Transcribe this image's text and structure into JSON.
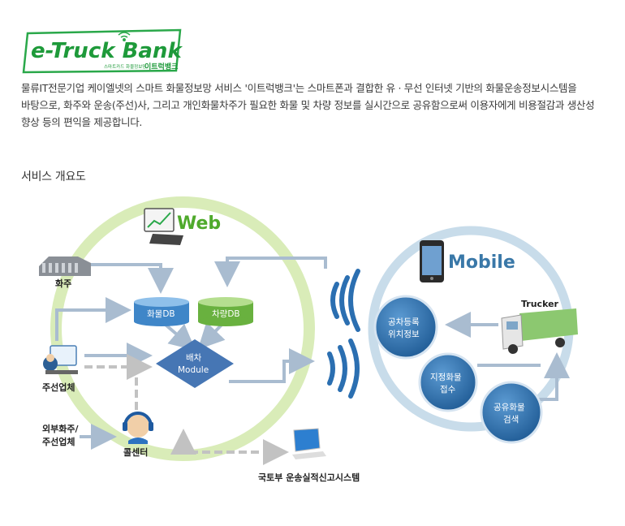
{
  "logo": {
    "brand": "e-Truck Bank",
    "tagline": "스마트카드 화물정보망",
    "korean_name": "이트럭뱅크",
    "color": "#1e9a3a",
    "wifi_icon": "wifi-icon"
  },
  "intro": {
    "lines": [
      "물류IT전문기업 케이엘넷의 스마트 화물정보망 서비스 '이트럭뱅크'는 스마트폰과 결합한 유 · 무선 인터넷 기반의 화물운송정보시스템을",
      "바탕으로, 화주와 운송(주선)사, 그리고 개인화물차주가 필요한 화물 및 차량 정보를 실시간으로 공유함으로써 이용자에게 비용절감과 생산성",
      "향상 등의 편익을 제공합니다."
    ]
  },
  "section_title": "서비스 개요도",
  "diagram": {
    "web": {
      "label": "Web",
      "icon": "computer-chart-icon"
    },
    "mobile": {
      "label": "Mobile",
      "icon": "smartphone-icon"
    },
    "nodes": {
      "shipper": "화주",
      "forwarder": "주선업체",
      "external": [
        "외부화주/",
        "주선업체"
      ],
      "call_center": "콜센터",
      "gov_system": "국토부 운송실적신고시스템",
      "cargo_db": "화물DB",
      "vehicle_db": "차량DB",
      "dispatch": [
        "배차",
        "Module"
      ],
      "trucker": "Trucker",
      "mobile_circles": [
        [
          "공차등록",
          "위치정보"
        ],
        [
          "지정화물",
          "접수"
        ],
        [
          "공유화물",
          "검색"
        ]
      ]
    },
    "colors": {
      "web_ring": "#d9ecb8",
      "mobile_ring": "#c8dcea",
      "arrow": "#a9bcd0",
      "dashed": "#c2c2c2",
      "db": "#3f86c8",
      "db_green": "#69b13f",
      "dispatch": "#4676b4",
      "mobile_circle": "#2e6ca6"
    }
  }
}
